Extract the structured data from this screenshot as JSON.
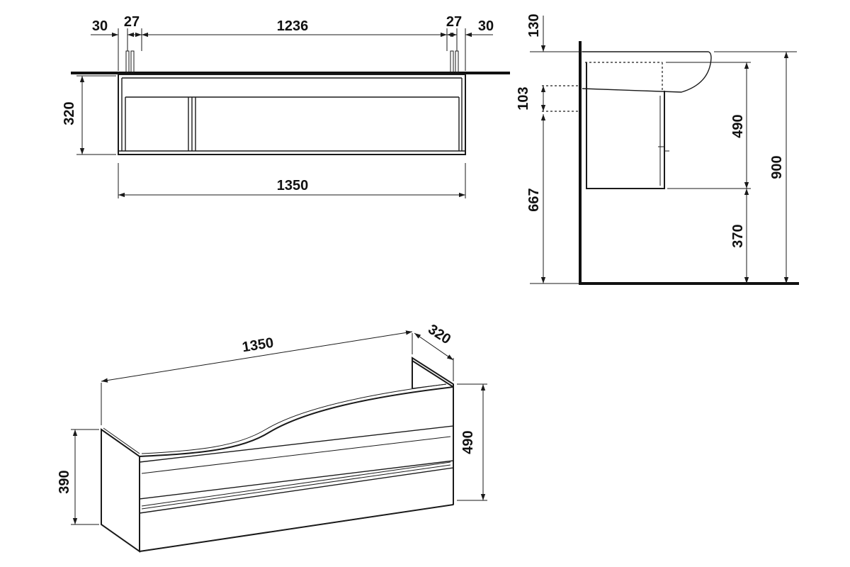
{
  "colors": {
    "ink": "#1a1a1a",
    "background": "#ffffff"
  },
  "top_view": {
    "dim_left_edge": "30",
    "dim_left_pipe": "27",
    "dim_between_pipes": "1236",
    "dim_right_pipe": "27",
    "dim_right_edge": "30",
    "dim_depth": "320",
    "dim_total_width": "1350"
  },
  "side_view": {
    "dim_top_offset": "130",
    "dim_fixing_spacing": "103",
    "dim_fixing_height": "667",
    "dim_cabinet_height": "490",
    "dim_floor_clearance": "370",
    "dim_total_height": "900"
  },
  "iso_view": {
    "dim_width": "1350",
    "dim_depth": "320",
    "dim_height_back": "490",
    "dim_height_front": "390"
  }
}
